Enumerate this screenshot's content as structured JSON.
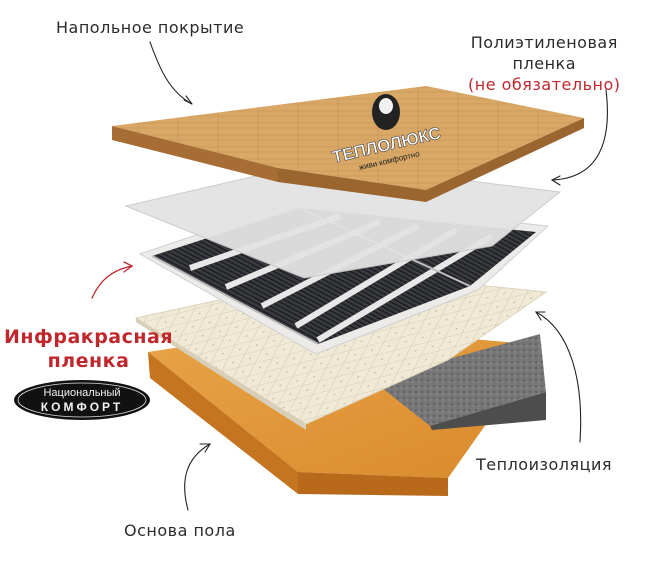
{
  "labels": {
    "floor_covering": "Напольное покрытие",
    "polyethylene_line1": "Полиэтиленовая",
    "polyethylene_line2": "пленка",
    "polyethylene_note": "(не обязательно)",
    "infrared_line1": "Инфракрасная",
    "infrared_line2": "пленка",
    "insulation": "Теплоизоляция",
    "floor_base": "Основа пола"
  },
  "brand_teplolux": {
    "name": "ТЕПЛОЛЮКС",
    "slogan": "живи комфортно",
    "mark": "registered"
  },
  "brand_nk": {
    "line1": "Национальный",
    "line2": "КОМФОРТ"
  },
  "colors": {
    "text": "#2b2b2b",
    "accent_red": "#c0272d",
    "wood": "#d8a665",
    "base_board": "#e39a3c",
    "film_dark": "#2d2f33",
    "grid_board": "#efe9d8",
    "concrete": "#6b6b6b"
  }
}
